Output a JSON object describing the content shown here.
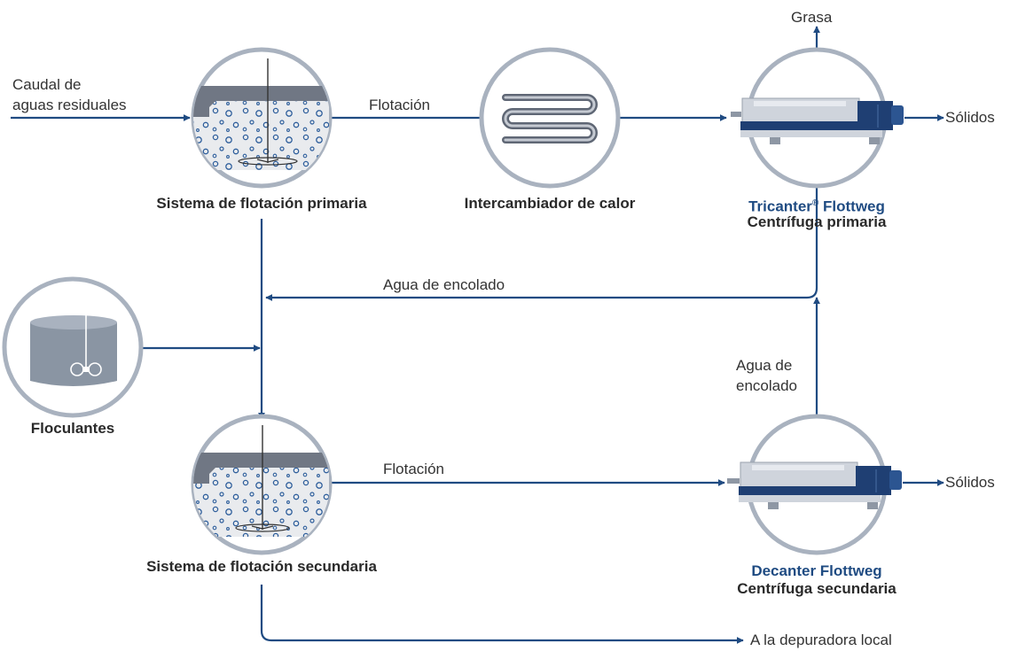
{
  "colors": {
    "flow": "#1f4b82",
    "circle_stroke": "#a9b2bf",
    "tank_fill": "#e9ebee",
    "tank_border": "#707784",
    "bubble": "#2f5f9c",
    "machine_dark": "#1f3f73",
    "machine_light": "#cfd4dc",
    "floc_fill": "#8a95a3"
  },
  "inlet": {
    "line1": "Caudal de",
    "line2": "aguas residuales"
  },
  "primary_flotation": {
    "title": "Sistema de flotación primaria",
    "icon": "flotation-tank-icon"
  },
  "heat_exchanger": {
    "title": "Intercambiador de calor",
    "icon": "coil-heat-exchanger-icon"
  },
  "tricanter": {
    "brand_main": "Tricanter",
    "brand_reg": "®",
    "brand_rest": " Flottweg",
    "subtitle": "Centrífuga primaria",
    "icon": "tricanter-centrifuge-icon"
  },
  "flocculants": {
    "title": "Floculantes",
    "icon": "stirred-tank-icon"
  },
  "secondary_flotation": {
    "title": "Sistema de flotación secundaria",
    "icon": "flotation-tank-icon"
  },
  "decanter": {
    "brand": "Decanter Flottweg",
    "subtitle": "Centrífuga secundaria",
    "icon": "decanter-centrifuge-icon"
  },
  "flows": {
    "flotation_1": "Flotación",
    "flotation_2": "Flotación",
    "grease": "Grasa",
    "solids_1": "Sólidos",
    "solids_2": "Sólidos",
    "sizing_water_top": "Agua de encolado",
    "sizing_water_right_line1": "Agua de",
    "sizing_water_right_line2": "encolado",
    "to_plant": "A la depuradora local"
  }
}
